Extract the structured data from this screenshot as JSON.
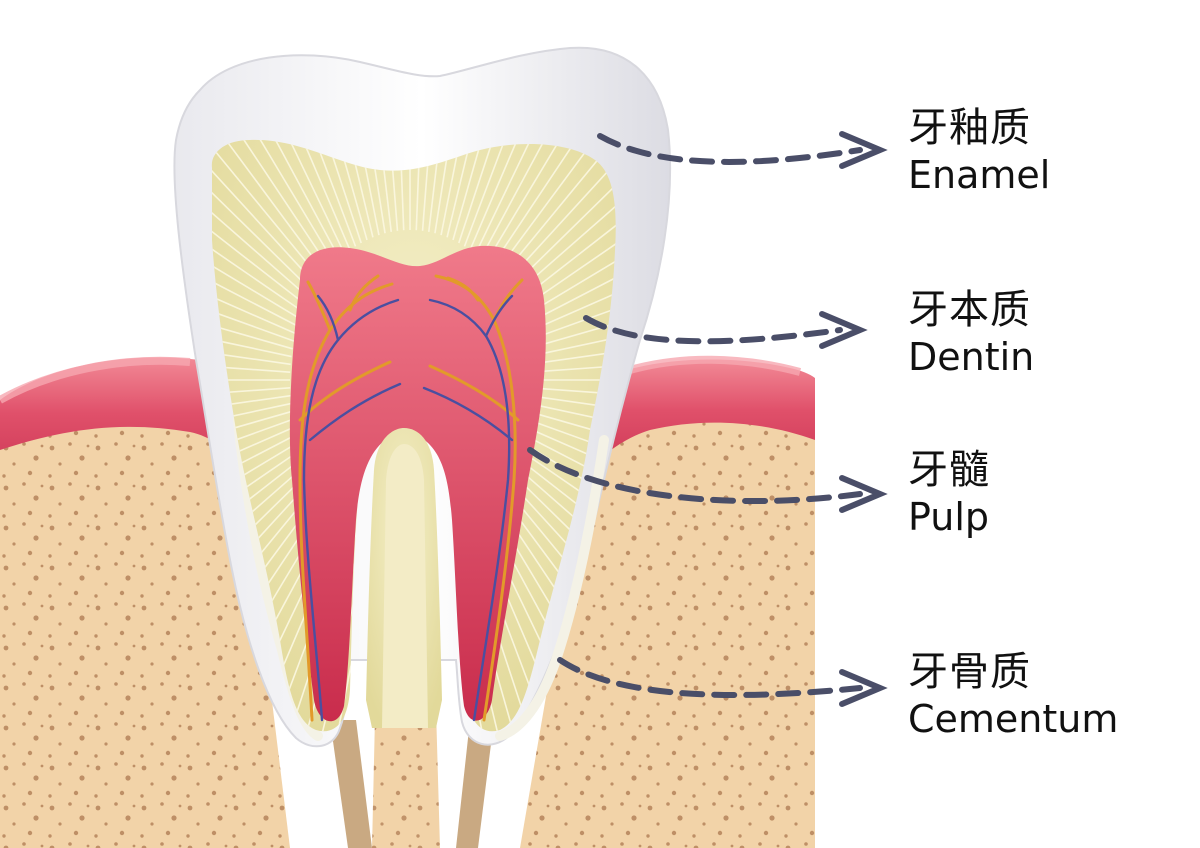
{
  "labels": [
    {
      "zh": "牙釉质",
      "en": "Enamel"
    },
    {
      "zh": "牙本质",
      "en": "Dentin"
    },
    {
      "zh": "牙髓",
      "en": "Pulp"
    },
    {
      "zh": "牙骨质",
      "en": "Cementum"
    }
  ],
  "colors": {
    "enamel": "#f4f4f6",
    "dentin": "#ece5b2",
    "pulp": "#d63b5a",
    "gum": "#e25a6c",
    "bone": "#f2d3a8",
    "bone_dots": "#b5835a",
    "root_canal": "#c9a982",
    "nerve": "#4a4fa0",
    "vessel": "#e29a2a",
    "arrow": "#4a4e68"
  }
}
